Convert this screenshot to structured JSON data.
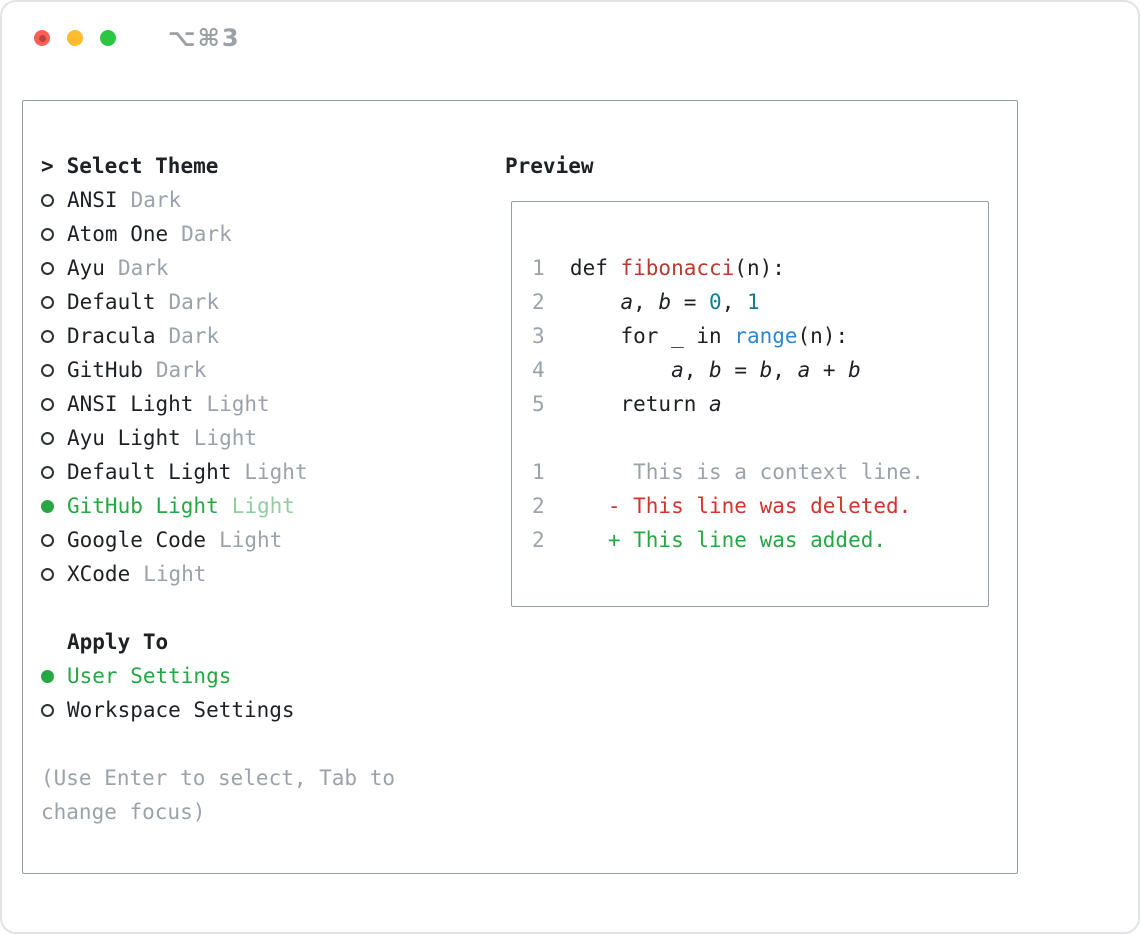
{
  "window": {
    "shortcut": "⌥⌘3"
  },
  "colors": {
    "text": "#1d2126",
    "muted": "#9aa2ab",
    "green": "#27a744",
    "green_muted": "#90ce9f",
    "func_red": "#ba3a31",
    "diff_red": "#d0342c",
    "number_teal": "#0f7f8e",
    "builtin_blue": "#2e87d2",
    "panel_border": "#949ca6",
    "window_border": "#e2e3e6",
    "traffic_red": "#ff5f57",
    "traffic_red_inner": "#b8443c",
    "traffic_yellow": "#febc2e",
    "traffic_green": "#2ac840",
    "shortcut_gray": "#9aa0a6"
  },
  "selector": {
    "prompt": ">",
    "title": "Select Theme",
    "themes": [
      {
        "name": "ANSI",
        "variant": "Dark",
        "selected": false
      },
      {
        "name": "Atom One",
        "variant": "Dark",
        "selected": false
      },
      {
        "name": "Ayu",
        "variant": "Dark",
        "selected": false
      },
      {
        "name": "Default",
        "variant": "Dark",
        "selected": false
      },
      {
        "name": "Dracula",
        "variant": "Dark",
        "selected": false
      },
      {
        "name": "GitHub",
        "variant": "Dark",
        "selected": false
      },
      {
        "name": "ANSI Light",
        "variant": "Light",
        "selected": false
      },
      {
        "name": "Ayu Light",
        "variant": "Light",
        "selected": false
      },
      {
        "name": "Default Light",
        "variant": "Light",
        "selected": false
      },
      {
        "name": "GitHub Light",
        "variant": "Light",
        "selected": true
      },
      {
        "name": "Google Code",
        "variant": "Light",
        "selected": false
      },
      {
        "name": "XCode",
        "variant": "Light",
        "selected": false
      }
    ],
    "apply_to": {
      "title": "Apply To",
      "options": [
        {
          "label": "User Settings",
          "selected": true
        },
        {
          "label": "Workspace Settings",
          "selected": false
        }
      ]
    },
    "help": "(Use Enter to select, Tab to change focus)"
  },
  "preview": {
    "title": "Preview",
    "code_lines": [
      {
        "num": "1",
        "tokens": [
          [
            "def ",
            "p"
          ],
          [
            "fibonacci",
            "fn"
          ],
          [
            "(n):",
            "p"
          ]
        ]
      },
      {
        "num": "2",
        "tokens": [
          [
            "    ",
            "p"
          ],
          [
            "a",
            "v"
          ],
          [
            ", ",
            "p"
          ],
          [
            "b",
            "v"
          ],
          [
            " = ",
            "p"
          ],
          [
            "0",
            "num"
          ],
          [
            ", ",
            "p"
          ],
          [
            "1",
            "num"
          ]
        ]
      },
      {
        "num": "3",
        "tokens": [
          [
            "    for _ in ",
            "p"
          ],
          [
            "range",
            "bi"
          ],
          [
            "(n):",
            "p"
          ]
        ]
      },
      {
        "num": "4",
        "tokens": [
          [
            "        ",
            "p"
          ],
          [
            "a",
            "v"
          ],
          [
            ", ",
            "p"
          ],
          [
            "b",
            "v"
          ],
          [
            " = ",
            "p"
          ],
          [
            "b",
            "v"
          ],
          [
            ", ",
            "p"
          ],
          [
            "a",
            "v"
          ],
          [
            " + ",
            "p"
          ],
          [
            "b",
            "v"
          ]
        ]
      },
      {
        "num": "5",
        "tokens": [
          [
            "    return ",
            "p"
          ],
          [
            "a",
            "v"
          ]
        ]
      }
    ],
    "diff_lines": [
      {
        "num": "1",
        "tokens": [
          [
            "     This is a context line.",
            "ctx"
          ]
        ]
      },
      {
        "num": "2",
        "tokens": [
          [
            "   - This line was deleted.",
            "del"
          ]
        ]
      },
      {
        "num": "2",
        "tokens": [
          [
            "   + This line was added.",
            "add"
          ]
        ]
      }
    ]
  }
}
